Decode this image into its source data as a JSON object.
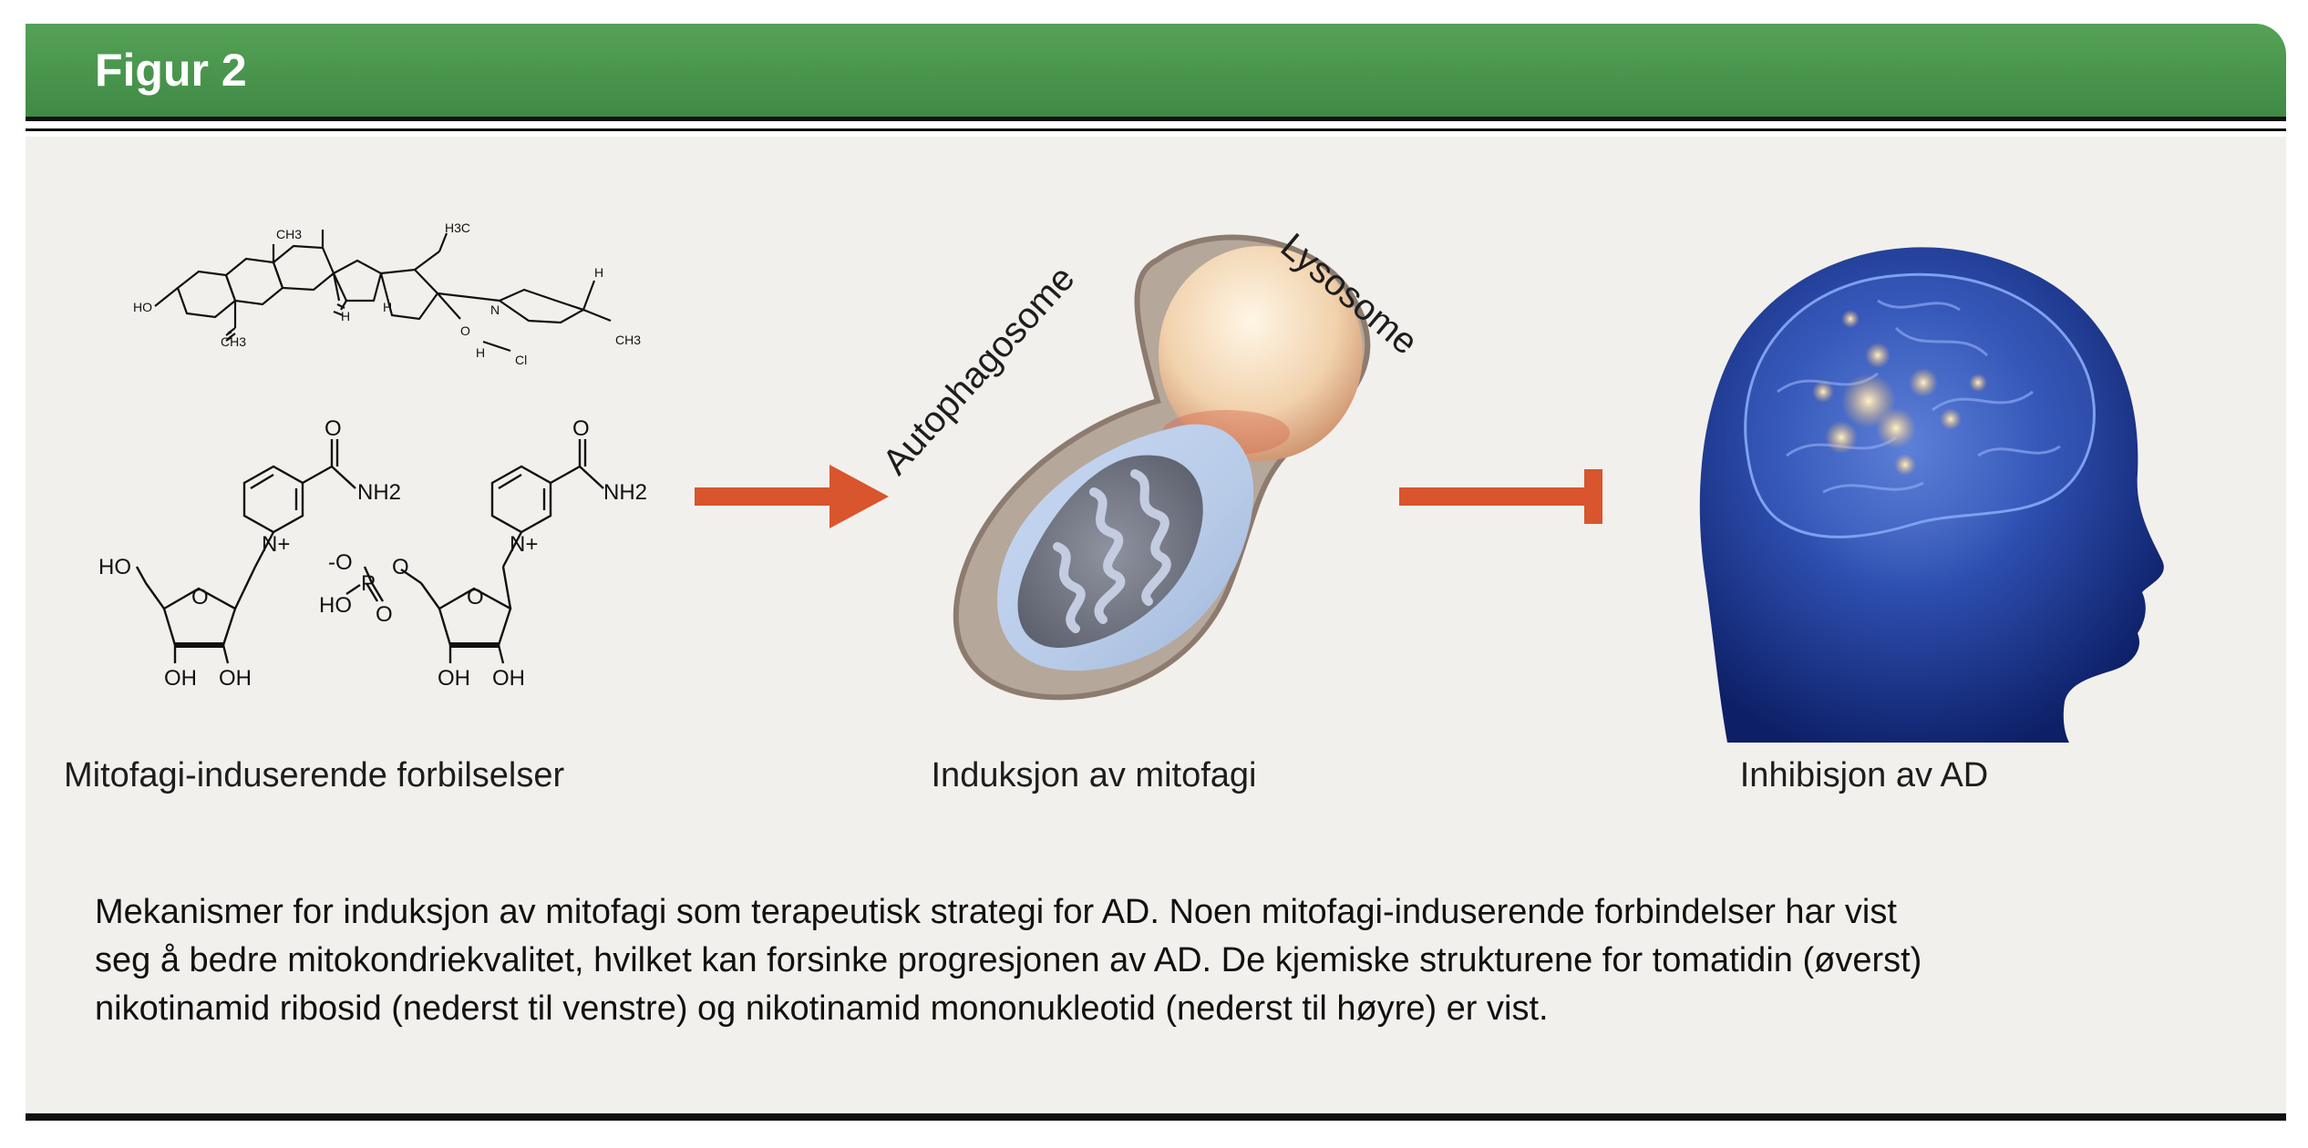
{
  "header": {
    "title": "Figur 2",
    "color": "#3f8a45",
    "color_light": "#55a257"
  },
  "panels": {
    "compounds_label": "Mitofagi-induserende forbilselser",
    "mitophagy_label": "Induksjon av mitofagi",
    "ad_label": "Inhibisjon av AD"
  },
  "diagram": {
    "autophagosome_label": "Autophagosome",
    "lysosome_label": "Lysosome",
    "arrow_color": "#d8552d",
    "structures": {
      "tomatidine": {
        "ch3_a": "CH3",
        "ch3_b": "CH3",
        "h3c": "H3C",
        "ch3_c": "CH3",
        "h_a": "H",
        "h_b": "H",
        "h_c": "H",
        "ho": "HO",
        "o": "O",
        "hcl_h": "H",
        "hcl_cl": "Cl",
        "nh": "N"
      },
      "nr": {
        "o_carbonyl": "O",
        "nh2": "NH2",
        "n_plus": "N+",
        "ho": "HO",
        "o_ring": "O",
        "oh_1": "OH",
        "oh_2": "OH"
      },
      "nmn": {
        "o_carbonyl": "O",
        "nh2": "NH2",
        "n_plus": "N+",
        "o_minus": "-O",
        "p": "P",
        "o_double": "O",
        "o_link": "O",
        "ho": "HO",
        "o_ring": "O",
        "oh_1": "OH",
        "oh_2": "OH"
      }
    }
  },
  "caption": {
    "line1": "Mekanismer for induksjon av mitofagi som terapeutisk strategi for AD. Noen mitofagi-induserende forbindelser har vist",
    "line2": "seg å bedre mitokondriekvalitet, hvilket kan forsinke progresjonen av AD. De kjemiske strukturene for tomatidin (øverst)",
    "line3": "nikotinamid ribosid (nederst til venstre) og nikotinamid mononukleotid (nederst til høyre) er vist."
  }
}
